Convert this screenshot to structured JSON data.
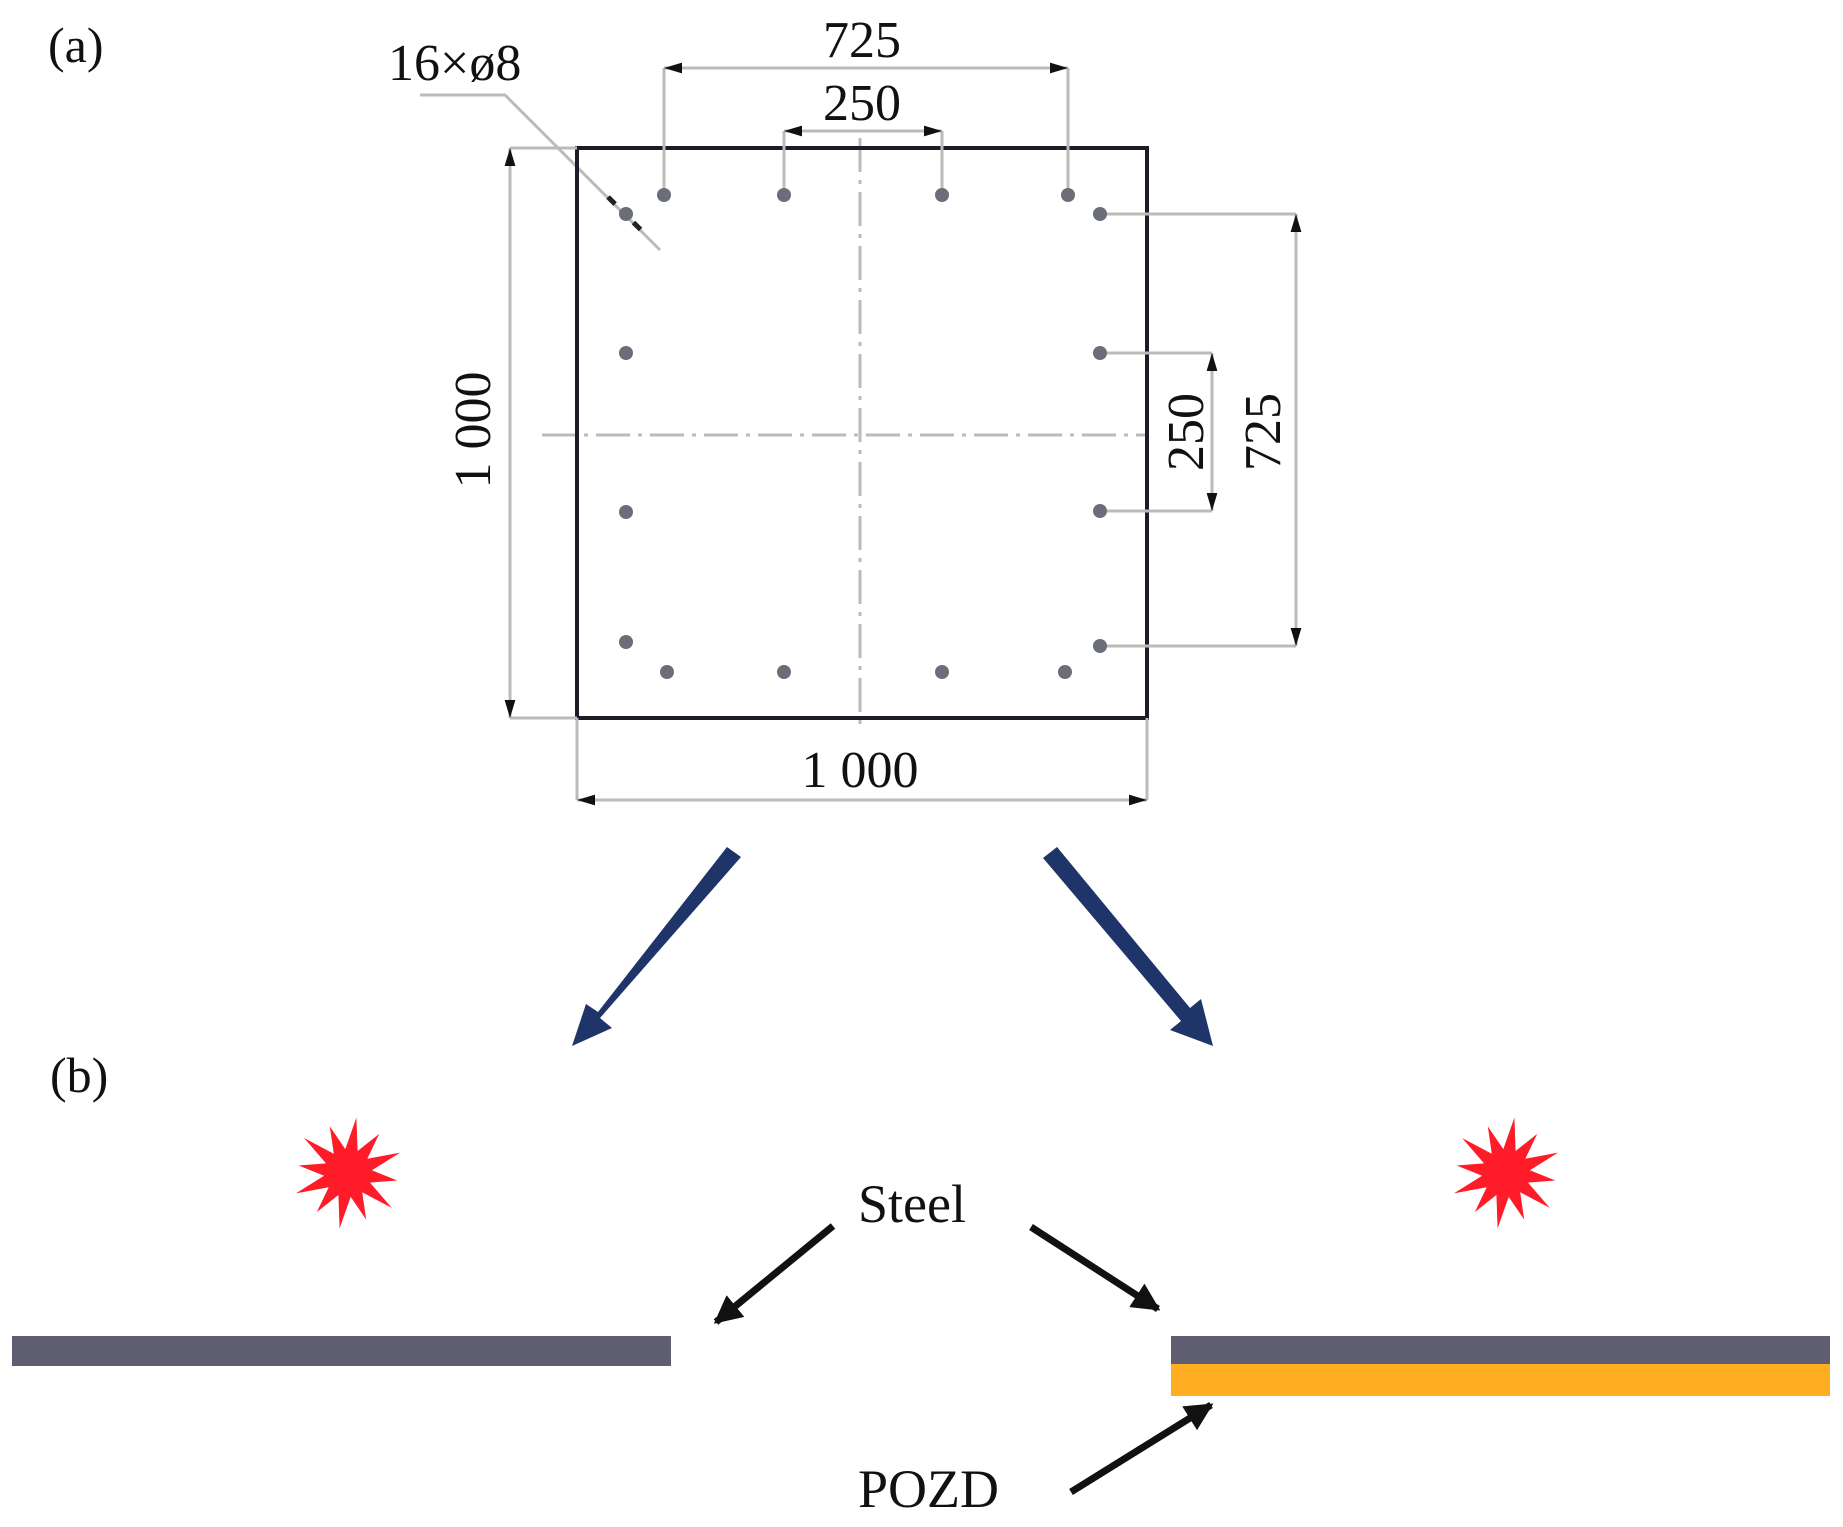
{
  "panels": {
    "a": {
      "label": "(a)",
      "bolt_note": "16×ø8",
      "dimensions": {
        "top_outer": "725",
        "top_inner": "250",
        "right_inner": "250",
        "right_outer": "725",
        "left_height": "1 000",
        "bottom_width": "1 000"
      },
      "plate_side_mm": 1000,
      "bolt_count": 16,
      "bolt_diameter_mm": 8
    },
    "b": {
      "label": "(b)",
      "material_steel": "Steel",
      "material_coating": "POZD"
    }
  },
  "colors": {
    "outline": "#1c1b26",
    "dimension_line": "#b9bdba",
    "bolt": "#6b6e78",
    "big_arrow": "#1f3469",
    "blast": "#ff1c28",
    "steel": "#5f5e70",
    "pozd": "#ffae21",
    "pointer": "#111111"
  }
}
